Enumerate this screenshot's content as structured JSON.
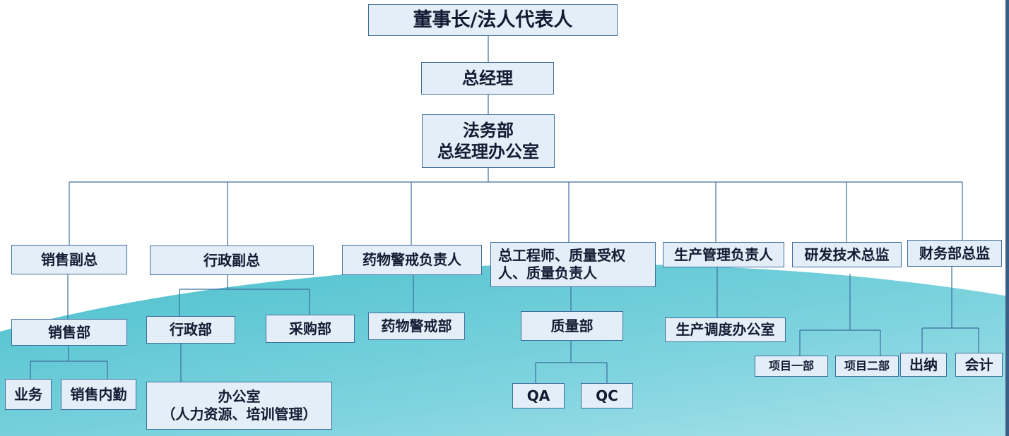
{
  "nodes": {
    "chairman": "董事长/法人代表人",
    "gm": "总经理",
    "legal": "法务部\n总经理办公室",
    "sales_vp": "销售副总",
    "admin_vp": "行政副总",
    "pv_head": "药物警戒负责人",
    "chief_eng": "总工程师、质量受权\n人、质量负责人",
    "prod_head": "生产管理负责人",
    "rd_director": "研发技术总监",
    "finance_director": "财务部总监",
    "sales_dept": "销售部",
    "business": "业务",
    "sales_internal": "销售内勤",
    "admin_dept": "行政部",
    "purchase_dept": "采购部",
    "office": "办公室\n（人力资源、培训管理）",
    "pv_dept": "药物警戒部",
    "quality_dept": "质量部",
    "qa": "QA",
    "qc": "QC",
    "prod_office": "生产调度办公室",
    "project1": "项目一部",
    "project2": "项目二部",
    "cashier": "出纳",
    "accountant": "会计"
  },
  "colors": {
    "box_fill": "#e3eef8",
    "box_border": "#3d6e9e",
    "line": "#3d6e9e",
    "wave_top": "#5bc6d0",
    "wave_bottom": "#9ad9e6"
  }
}
